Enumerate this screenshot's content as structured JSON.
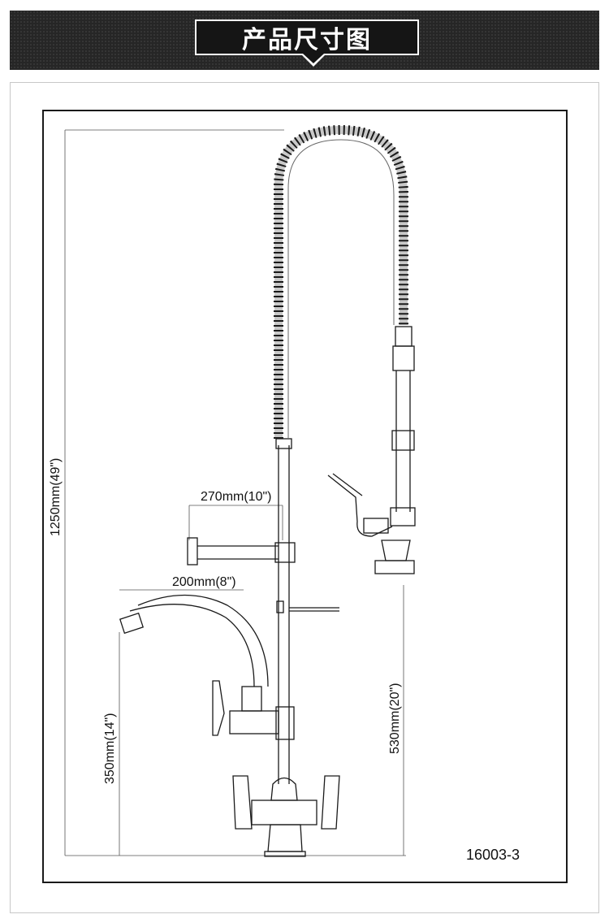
{
  "header": {
    "title": "产品尺寸图"
  },
  "dimensions": {
    "total_height": "1250mm(49\")",
    "wall_bracket_reach": "270mm(10\")",
    "spout_reach": "200mm(8\")",
    "spout_height": "350mm(14\")",
    "spray_height": "530mm(20\")"
  },
  "model_number": "16003-3",
  "colors": {
    "header_bg": "#262626",
    "line": "#1a1a1a",
    "text": "#111111"
  }
}
